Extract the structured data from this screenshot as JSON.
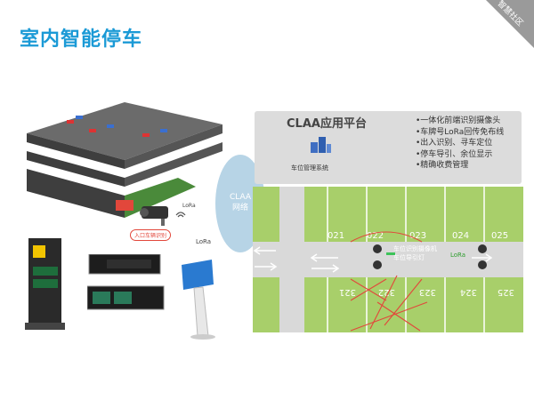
{
  "header": {
    "title": "室内智能停车",
    "corner_label": "智慧社区"
  },
  "platform": {
    "title": "CLAA应用平台",
    "subtitle": "车位管理系统",
    "features": [
      "•一体化前端识别摄像头",
      "•车牌号LoRa回传免布线",
      "•出入识别、寻车定位",
      "•停车导引、余位显示",
      "•精确收费管理"
    ]
  },
  "network": {
    "line1": "CLAA",
    "line2": "网络"
  },
  "parking": {
    "top_slots": [
      "021",
      "022",
      "023",
      "024",
      "025"
    ],
    "bottom_slots": [
      "321",
      "322",
      "323",
      "324",
      "325"
    ],
    "bay_label_line1": "车位识别摄像机",
    "bay_label_line2": "车位导引灯",
    "lora": "LoRa"
  },
  "devices": {
    "entry_camera_label": "入口车辆识别",
    "lora_1": "LoRa",
    "lora_2": "LoRa"
  },
  "colors": {
    "title": "#1b9ad6",
    "grass": "#a8cf6a",
    "road": "#d9d9d9",
    "accent_red": "#e2473b"
  }
}
